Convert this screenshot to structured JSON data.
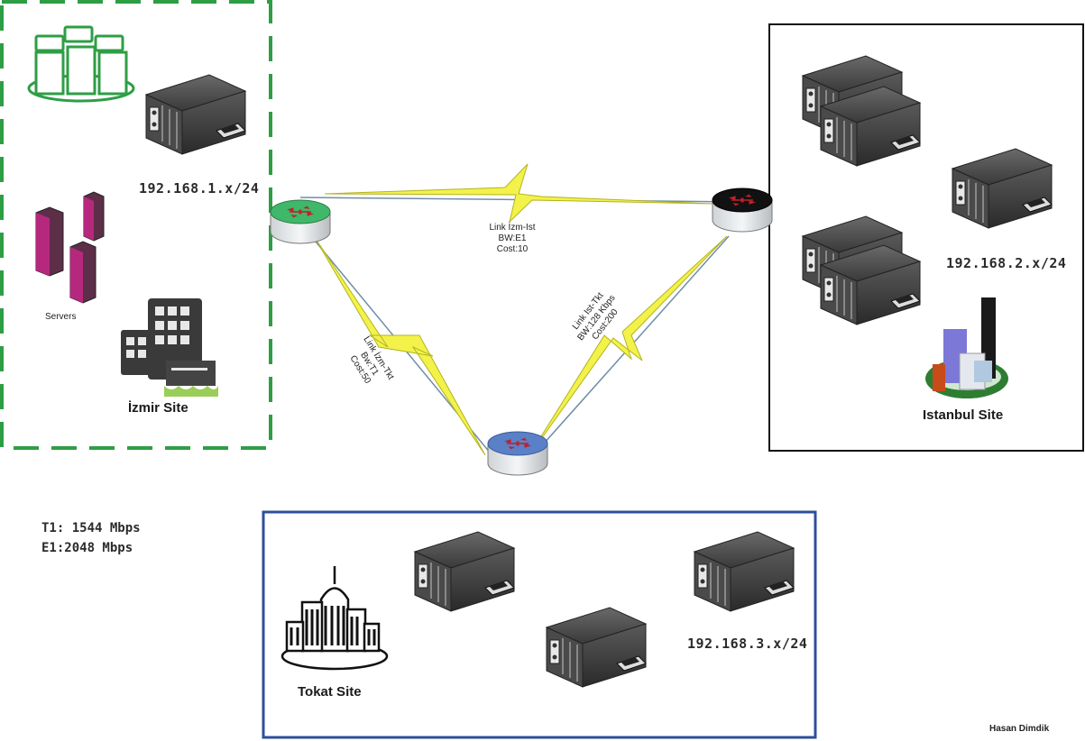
{
  "sites": {
    "izmir": {
      "name": "İzmir Site",
      "subnet": "192.168.1.x/24",
      "servers_label": "Servers",
      "border_color": "#2e9e45"
    },
    "istanbul": {
      "name": "Istanbul Site",
      "subnet": "192.168.2.x/24",
      "border_color": "#111111"
    },
    "tokat": {
      "name": "Tokat Site",
      "subnet": "192.168.3.x/24",
      "border_color": "#2d4f9a"
    }
  },
  "links": {
    "izm_ist": {
      "name": "Link İzm-Ist",
      "bw": "BW:E1",
      "cost": "Cost:10"
    },
    "izm_tkt": {
      "name": "Link İzm-Tkt",
      "bw": "Bw:T1",
      "cost": "Cost:50"
    },
    "ist_tkt": {
      "name": "Link Ist-Tkt",
      "bw": "BW:128 Kbps",
      "cost": "Cost:200"
    }
  },
  "legend": {
    "t1": "T1: 1544 Mbps",
    "e1": "E1:2048 Mbps"
  },
  "author": "Hasan Dimdik",
  "colors": {
    "router_izmir": "#3fb86a",
    "router_istanbul": "#111111",
    "router_tokat": "#5a80c8",
    "lightning": "#f2f24a"
  }
}
